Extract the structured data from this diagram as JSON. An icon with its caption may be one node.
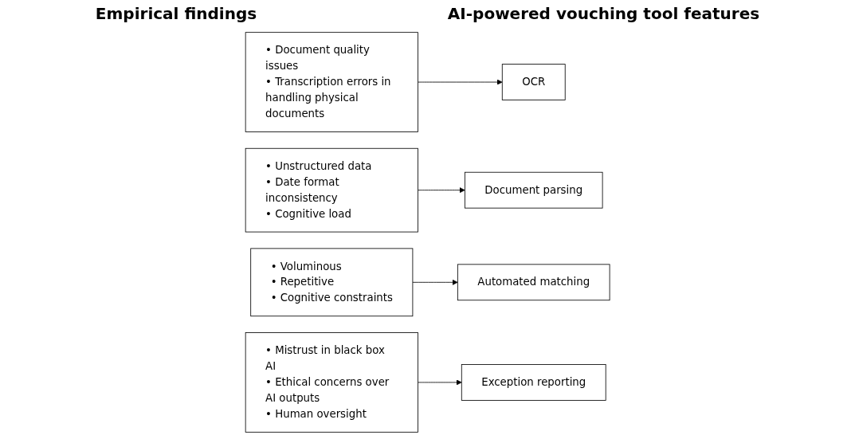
{
  "diagram": {
    "nodes": [
      {
        "text": [
          "• Document quality issues",
          "• Transcription errors in handling physical documents"
        ]
      },
      {
        "text": [
          "OCR"
        ]
      },
      {
        "text": [
          "• Unstructured data",
          "• Date format inconsistency",
          "• Cognitive load"
        ]
      },
      {
        "text": [
          "Document parsing"
        ]
      },
      {
        "text": [
          "• Voluminous",
          "• Repetitive",
          "• Cognitive constraints"
        ]
      },
      {
        "text": [
          "Automated matching"
        ]
      },
      {
        "text": [
          "• Mistrust in black box AI",
          "• Ethical concerns over AI outputs",
          "• Human oversight"
        ]
      },
      {
        "text": [
          "Exception reporting"
        ]
      }
    ],
    "edges": [
      {
        "from": 0,
        "to": 1,
        "arrow": "to"
      },
      {
        "from": 2,
        "to": 3,
        "arrow": "to"
      },
      {
        "from": 4,
        "to": 5,
        "arrow": "to"
      },
      {
        "from": 6,
        "to": 7,
        "arrow": "to"
      }
    ],
    "labels": [
      "Empirical findings",
      "AI-powered vouching tool features"
    ]
  }
}
